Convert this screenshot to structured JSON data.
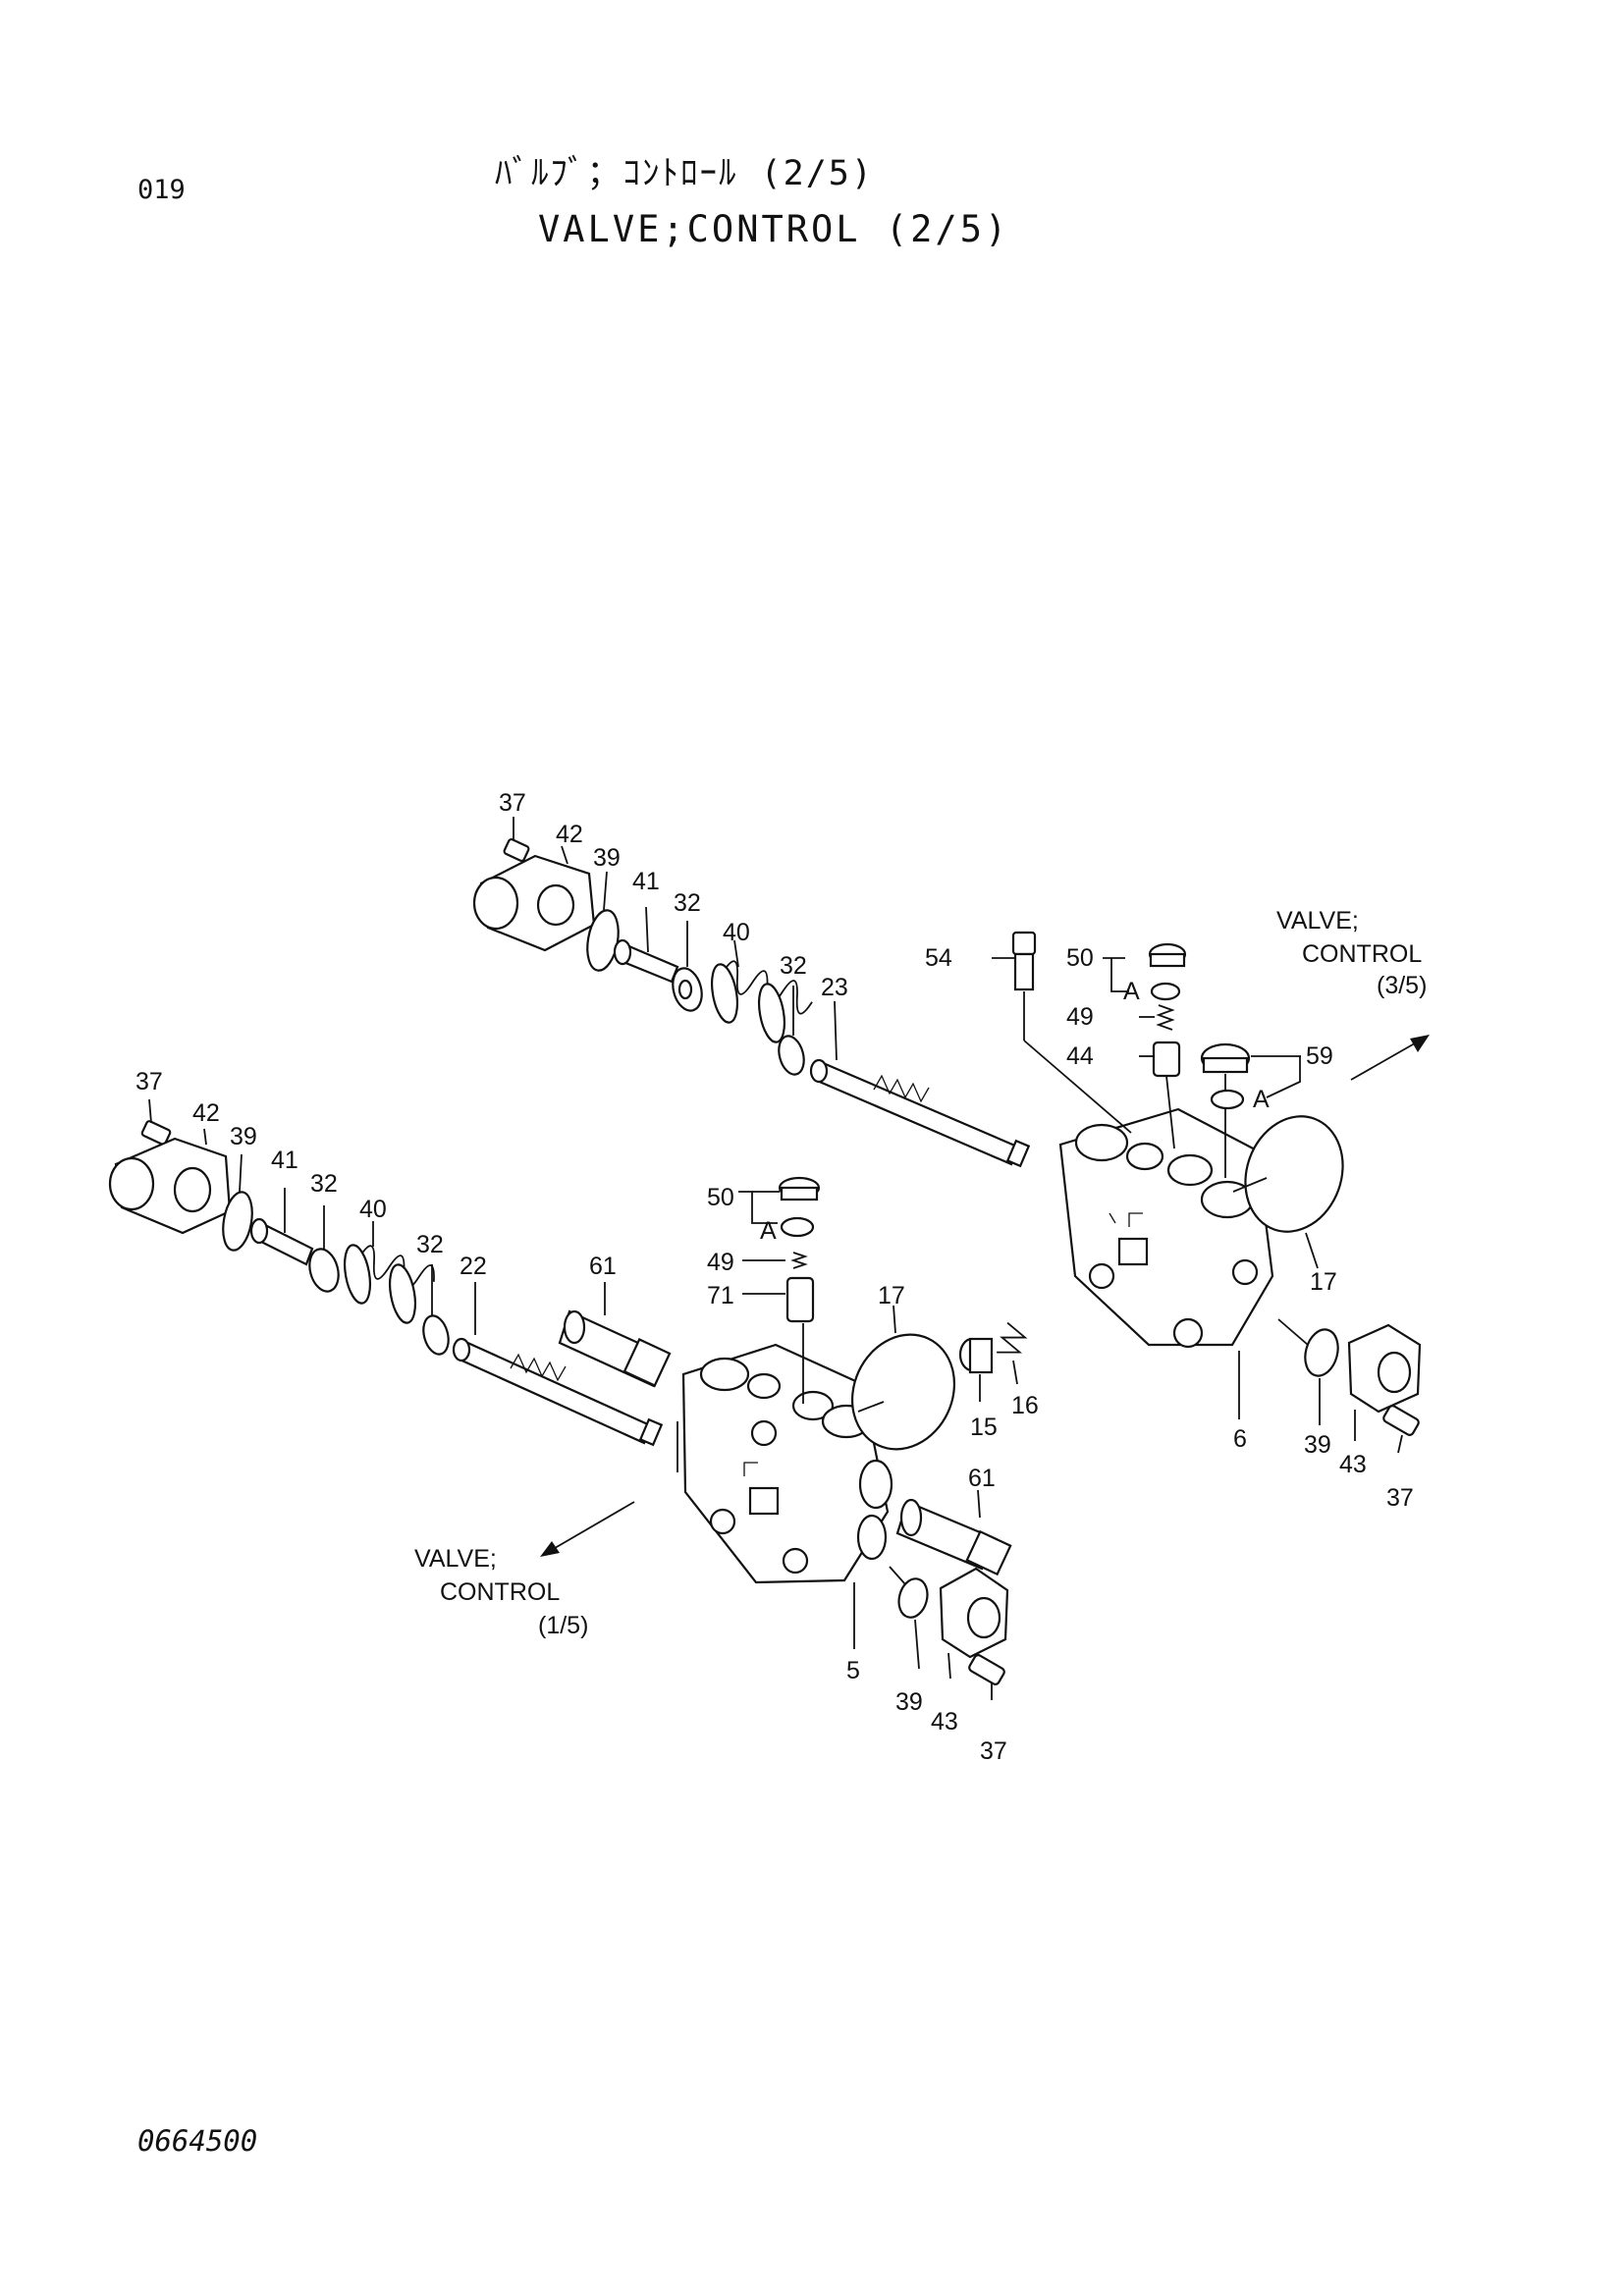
{
  "header": {
    "page_number": "019",
    "title_jp": "ﾊﾞﾙﾌﾞ；ｺﾝﾄﾛｰﾙ (2/5)",
    "title_en": "VALVE;CONTROL (2/5)"
  },
  "footer": {
    "drawing_number": "0664500"
  },
  "references": {
    "next_line1": "VALVE;",
    "next_line2": "CONTROL",
    "next_line3": "(3/5)",
    "prev_line1": "VALVE;",
    "prev_line2": "CONTROL",
    "prev_line3": "(1/5)"
  },
  "callouts": {
    "top_37": "37",
    "top_42": "42",
    "top_39": "39",
    "top_41": "41",
    "top_32a": "32",
    "top_40": "40",
    "top_32b": "32",
    "top_23": "23",
    "r_54": "54",
    "r_50": "50",
    "r_A1": "A",
    "r_49": "49",
    "r_44": "44",
    "r_59": "59",
    "r_A2": "A",
    "r_17": "17",
    "r_6": "6",
    "r_39": "39",
    "r_43": "43",
    "r_37": "37",
    "l_37": "37",
    "l_42": "42",
    "l_39": "39",
    "l_41": "41",
    "l_32a": "32",
    "l_40": "40",
    "l_32b": "32",
    "l_22": "22",
    "l_61a": "61",
    "m_50": "50",
    "m_A": "A",
    "m_49": "49",
    "m_71": "71",
    "m_17": "17",
    "m_15": "15",
    "m_16": "16",
    "m_61b": "61",
    "m_5": "5",
    "m_39": "39",
    "m_43": "43",
    "m_37": "37"
  }
}
